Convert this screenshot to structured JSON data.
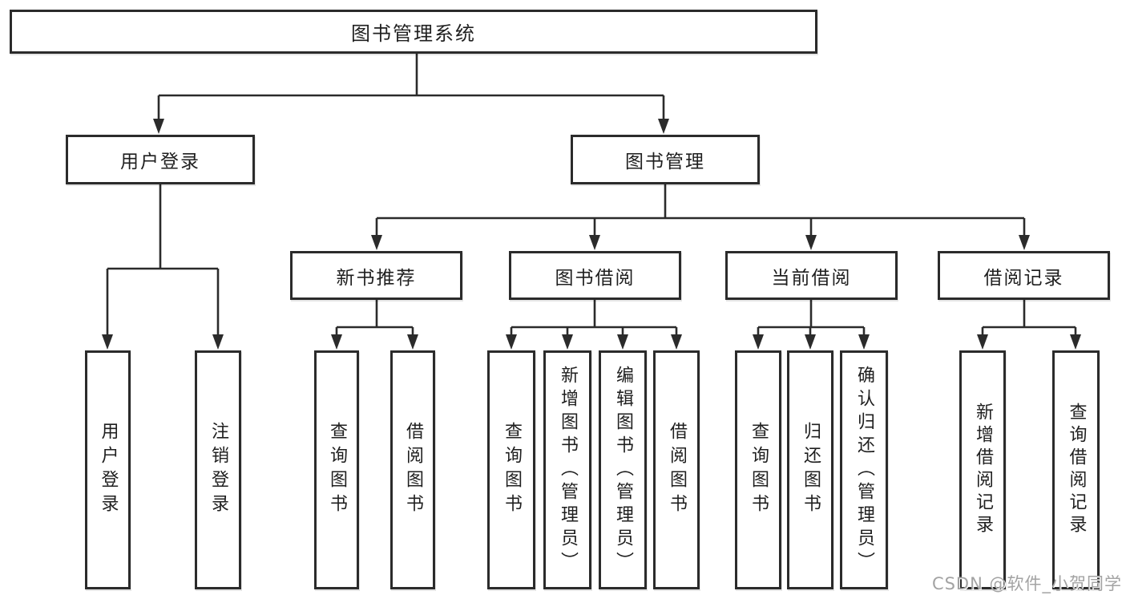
{
  "diagram": {
    "root": {
      "label": "图书管理系统"
    },
    "level2": {
      "user_login": {
        "label": "用户登录"
      },
      "book_management": {
        "label": "图书管理"
      }
    },
    "level3": {
      "new_book_recommend": {
        "label": "新书推荐"
      },
      "book_borrow": {
        "label": "图书借阅"
      },
      "current_borrow": {
        "label": "当前借阅"
      },
      "borrow_records": {
        "label": "借阅记录"
      }
    },
    "leaves": {
      "user_login": {
        "label": "用户登录"
      },
      "logout": {
        "label": "注销登录"
      },
      "recommend_query_books": {
        "label": "查询图书"
      },
      "recommend_borrow_books": {
        "label": "借阅图书"
      },
      "borrow_query_books": {
        "label": "查询图书"
      },
      "borrow_add_books": {
        "label": "新增图书（管理员）"
      },
      "borrow_edit_books": {
        "label": "编辑图书（管理员）"
      },
      "borrow_borrow_books": {
        "label": "借阅图书"
      },
      "current_query_books": {
        "label": "查询图书"
      },
      "current_return_books": {
        "label": "归还图书"
      },
      "current_confirm_return": {
        "label": "确认归还（管理员）"
      },
      "records_add_record": {
        "label": "新增借阅记录"
      },
      "records_query_record": {
        "label": "查询借阅记录"
      }
    }
  },
  "watermark": {
    "text": "CSDN @软件_小贺同学"
  },
  "colors": {
    "line": "#2b2b2b",
    "box_border": "#2b2b2b",
    "text": "#1f1f1f",
    "watermark": "#a3a3a3",
    "background": "#ffffff"
  }
}
